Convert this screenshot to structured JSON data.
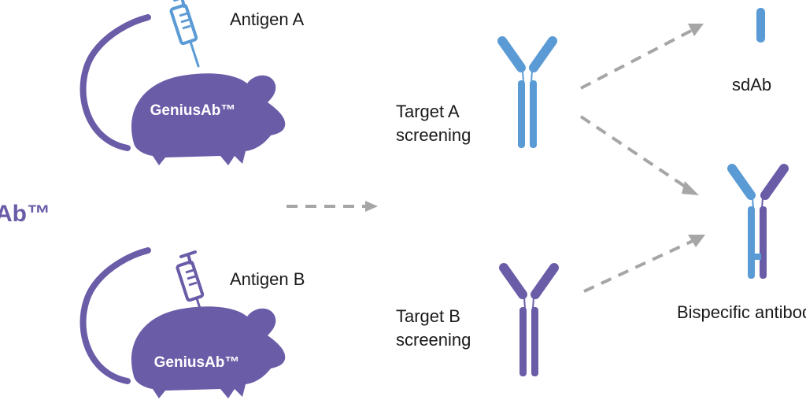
{
  "colors": {
    "purple": "#6b5ca8",
    "blue": "#5b9bd5",
    "arrow": "#a6a6a6",
    "text": "#1a1a1a"
  },
  "left_brand": "Ab™",
  "mouse_top": {
    "brand": "GeniusAb™",
    "antigen": "Antigen A"
  },
  "mouse_bottom": {
    "brand": "GeniusAb™",
    "antigen": "Antigen B"
  },
  "screening_a": {
    "line1": "Target A",
    "line2": "screening"
  },
  "screening_b": {
    "line1": "Target B",
    "line2": "screening"
  },
  "sdab_label": "sdAb",
  "bispecific_label": "Bispecific antibody",
  "icons": [
    "mouse-icon",
    "syringe-icon",
    "antibody-icon",
    "sdab-icon",
    "bispecific-antibody-icon",
    "dashed-arrow-icon"
  ]
}
